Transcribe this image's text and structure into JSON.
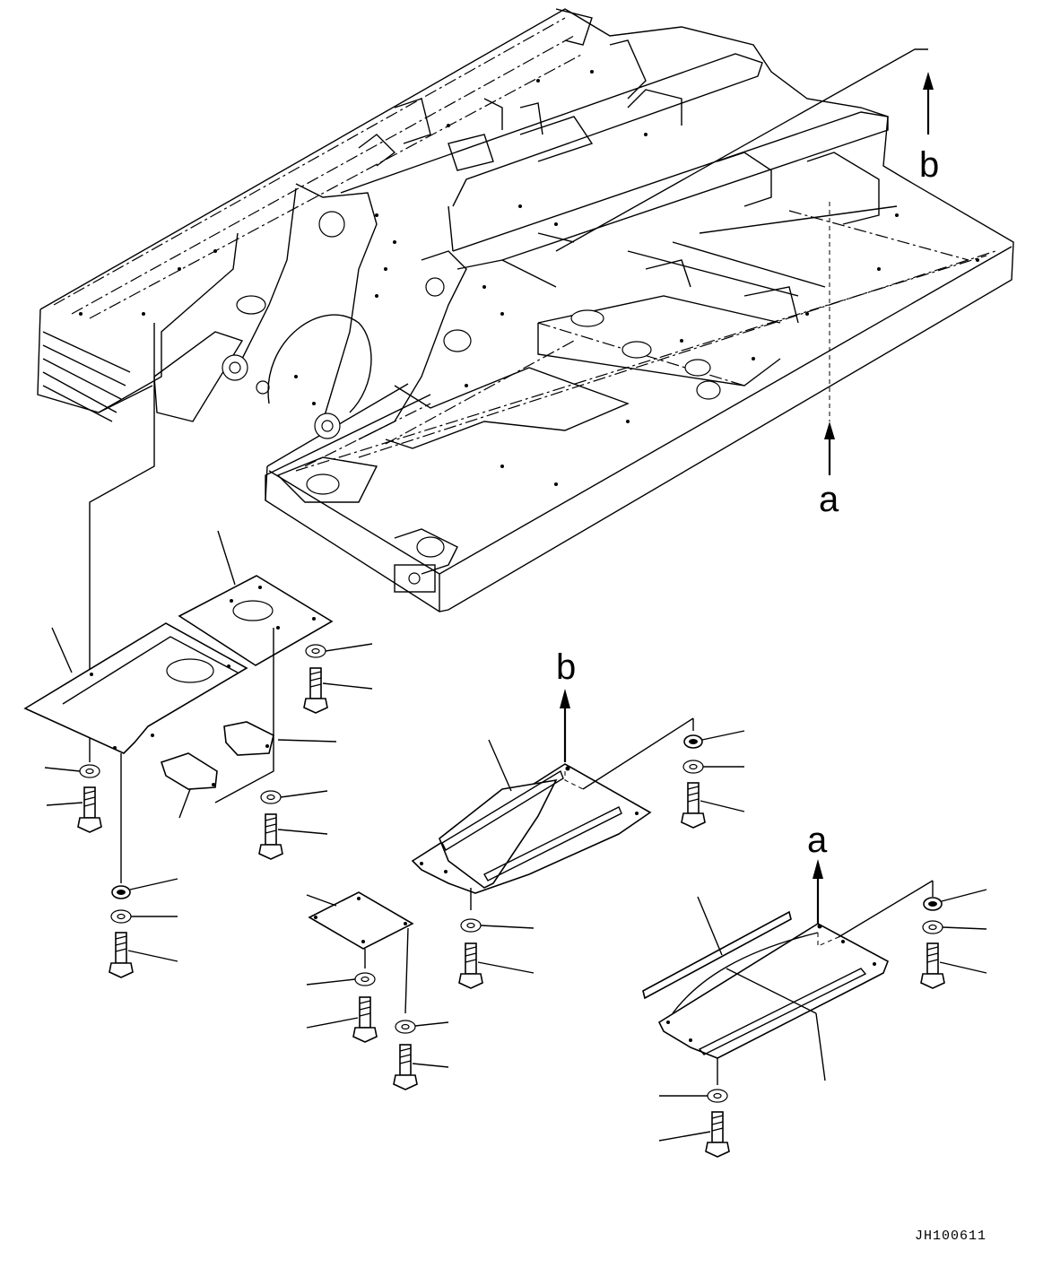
{
  "callouts": {
    "a": "a",
    "b": "b"
  },
  "drawing_code": "JH100611",
  "colors": {
    "line": "#000000",
    "background": "#ffffff"
  }
}
